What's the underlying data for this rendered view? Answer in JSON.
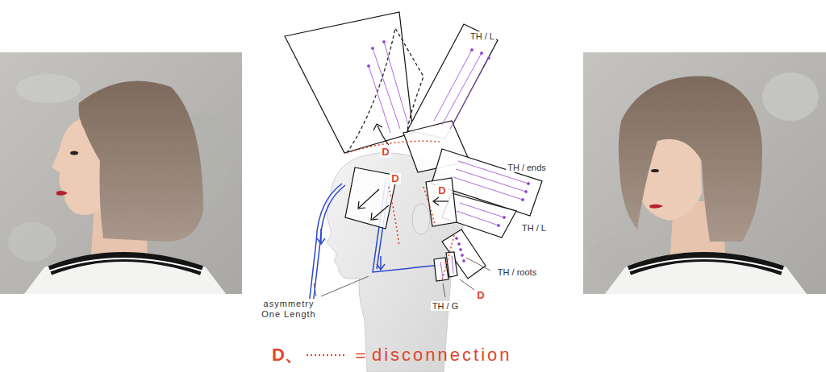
{
  "diagram": {
    "labels": [
      "TH / L",
      "D",
      "D",
      "D",
      "TH / ends",
      "TH / L",
      "TH / roots",
      "D",
      "TH / G",
      "asymmetry One Length",
      "D、",
      "＝disconnection"
    ]
  }
}
